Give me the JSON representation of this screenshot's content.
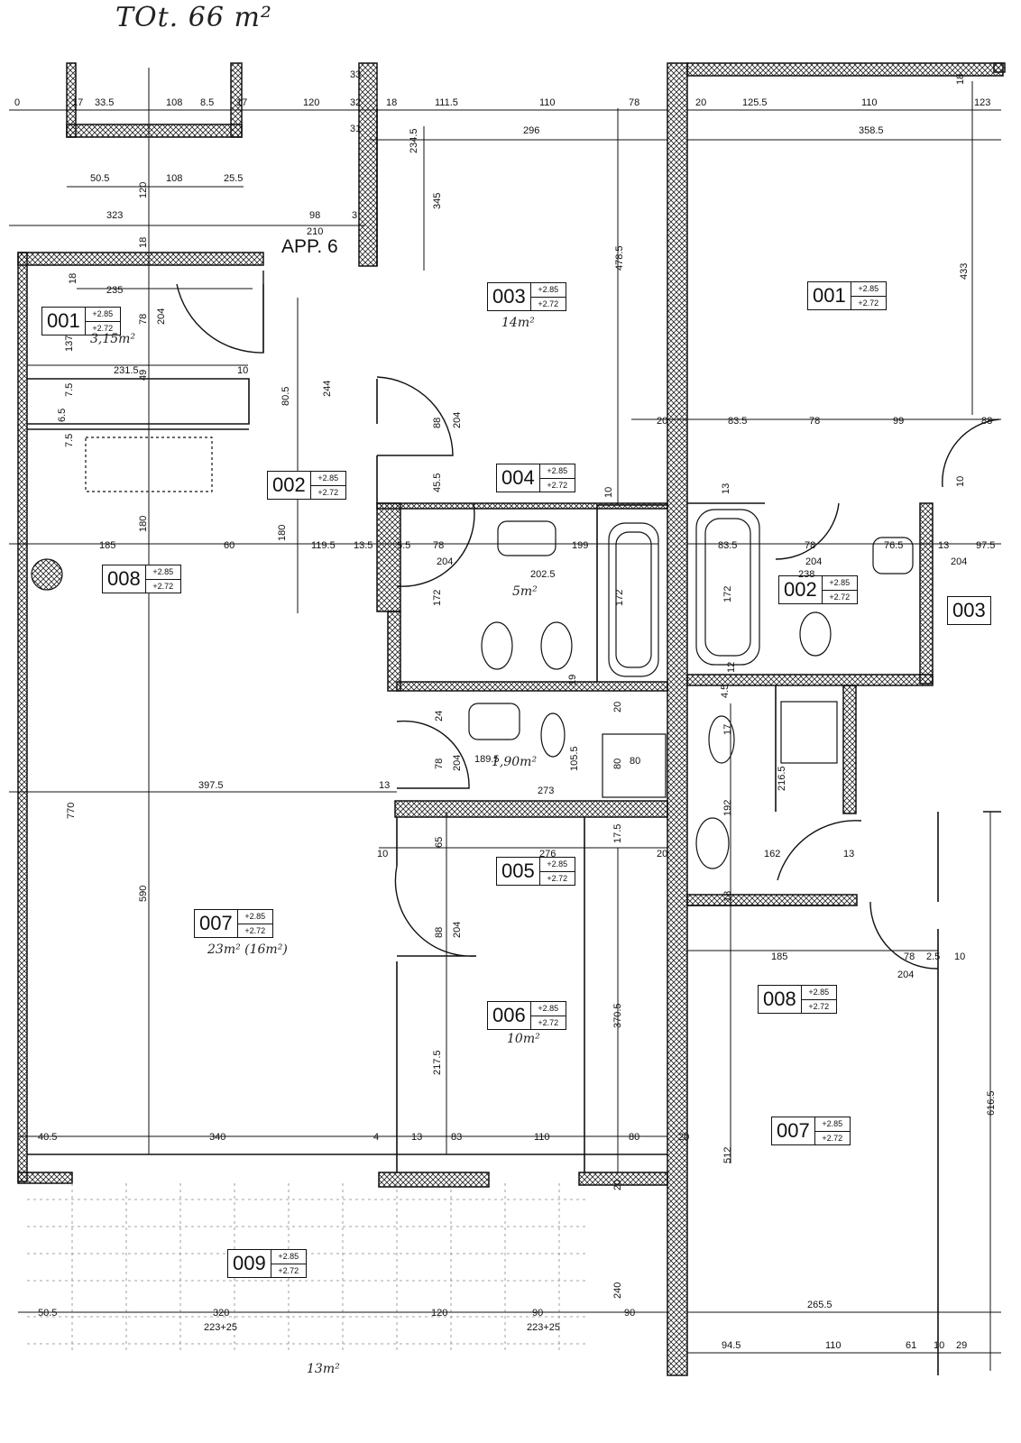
{
  "header_note": "TOt. 66 m²",
  "apartment_label": "APP. 6",
  "rooms": [
    {
      "code": "001",
      "top": "+2.85",
      "bottom": "+2.72"
    },
    {
      "code": "003",
      "top": "+2.85",
      "bottom": "+2.72"
    },
    {
      "code": "001",
      "top": "+2.85",
      "bottom": "+2.72"
    },
    {
      "code": "002",
      "top": "+2.85",
      "bottom": "+2.72"
    },
    {
      "code": "004",
      "top": "+2.85",
      "bottom": "+2.72"
    },
    {
      "code": "008",
      "top": "+2.85",
      "bottom": "+2.72"
    },
    {
      "code": "002",
      "top": "+2.85",
      "bottom": "+2.72"
    },
    {
      "code": "003",
      "top": "",
      "bottom": ""
    },
    {
      "code": "005",
      "top": "+2.85",
      "bottom": "+2.72"
    },
    {
      "code": "007",
      "top": "+2.85",
      "bottom": "+2.72"
    },
    {
      "code": "008",
      "top": "+2.85",
      "bottom": "+2.72"
    },
    {
      "code": "006",
      "top": "+2.85",
      "bottom": "+2.72"
    },
    {
      "code": "007",
      "top": "+2.85",
      "bottom": "+2.72"
    },
    {
      "code": "009",
      "top": "+2.85",
      "bottom": "+2.72"
    }
  ],
  "areas": [
    "3,15m²",
    "14m²",
    "5m²",
    "1,90m²",
    "23m² (16m²)",
    "10m²",
    "13m²"
  ],
  "dimensions": [
    "0",
    "17",
    "33.5",
    "108",
    "8.5",
    "17",
    "120",
    "32",
    "33",
    "31",
    "18",
    "111.5",
    "110",
    "78",
    "20",
    "125.5",
    "110",
    "18",
    "123",
    "296",
    "358.5",
    "234.5",
    "345",
    "478.5",
    "433",
    "50.5",
    "108",
    "25.5",
    "120",
    "323",
    "98",
    "3",
    "210",
    "18",
    "18",
    "235",
    "137",
    "78",
    "204",
    "231.5",
    "10",
    "49",
    "7.5",
    "6.5",
    "7.5",
    "80.5",
    "244",
    "88",
    "204",
    "20",
    "83.5",
    "78",
    "99",
    "88",
    "45.5",
    "10",
    "13",
    "10",
    "180",
    "185",
    "60",
    "180",
    "119.5",
    "13.5",
    "5.5",
    "78",
    "204",
    "199",
    "202.5",
    "172",
    "172",
    "83.5",
    "78",
    "76.5",
    "13",
    "97.5",
    "204",
    "238",
    "204",
    "172",
    "12",
    "4.5",
    "24",
    "189.5",
    "78",
    "204",
    "105.5",
    "80",
    "80",
    "273",
    "20",
    "19",
    "397.5",
    "13",
    "770",
    "17",
    "192",
    "216.5",
    "10",
    "65",
    "276",
    "17.5",
    "20",
    "162",
    "13",
    "13",
    "78",
    "2.5",
    "10",
    "185",
    "204",
    "88",
    "204",
    "590",
    "370.5",
    "616.5",
    "217.5",
    "512",
    "40.5",
    "340",
    "4",
    "13",
    "83",
    "110",
    "80",
    "20",
    "20",
    "240",
    "50.5",
    "320",
    "223+25",
    "120",
    "90",
    "223+25",
    "90",
    "265.5",
    "94.5",
    "110",
    "61",
    "10",
    "29"
  ]
}
